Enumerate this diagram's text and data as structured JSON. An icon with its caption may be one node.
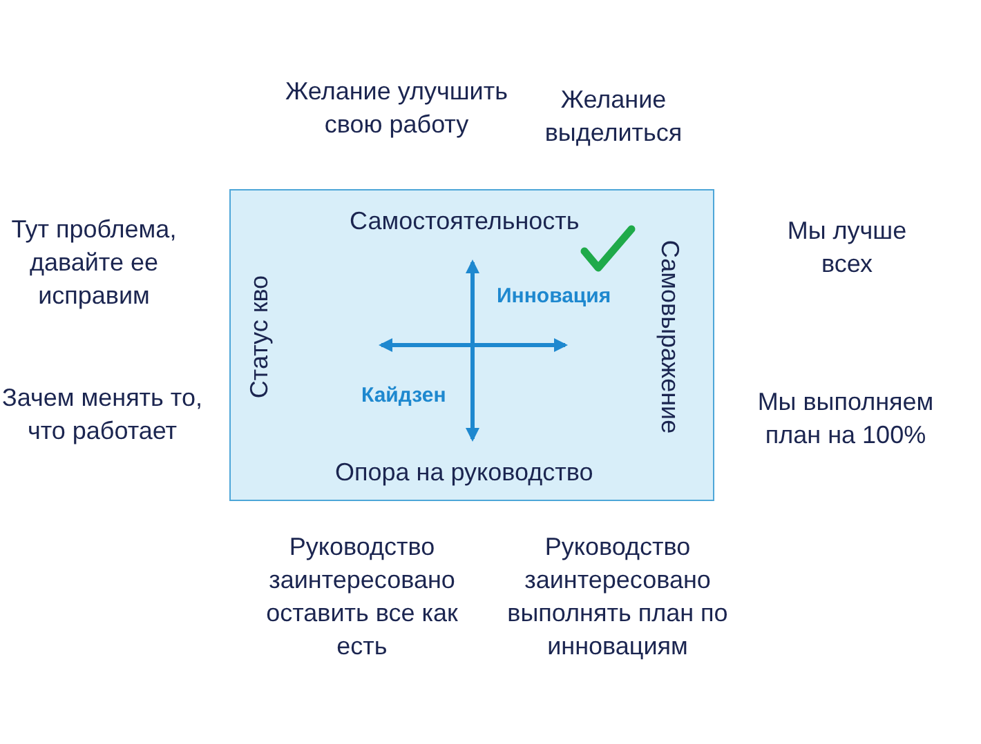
{
  "diagram": {
    "nodes": [
      {
        "text": [
          "Самостоятельность",
          "Статус кво",
          "Инновация",
          "Самовыражение",
          "Кайдзен",
          "Опора на руководство"
        ]
      }
    ],
    "labels": [
      "Желание улучшить свою работу",
      "Желание выделиться",
      "Тут проблема, давайте ее исправим",
      "Мы лучше всех",
      "Зачем менять то, что работает",
      "Мы выполняем план на 100%",
      "Руководство заинтересовано оставить все как есть",
      "Руководство заинтересовано выполнять план по инновациям"
    ]
  }
}
